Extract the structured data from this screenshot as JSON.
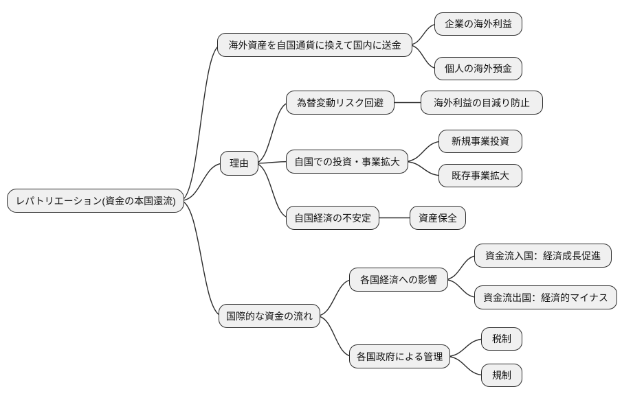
{
  "diagram": {
    "type": "mindmap",
    "orientation": "left-to-right",
    "style": {
      "node_fill": "#f0f0f0",
      "node_border": "#2b2b2b",
      "edge_color": "#2b2b2b",
      "text_color": "#111111",
      "background": "#ffffff"
    },
    "tree": {
      "label": "レパトリエーション(資金の本国還流)",
      "children": [
        {
          "label": "海外資産を自国通貨に換えて国内に送金",
          "children": [
            {
              "label": "企業の海外利益",
              "children": []
            },
            {
              "label": "個人の海外預金",
              "children": []
            }
          ]
        },
        {
          "label": "理由",
          "children": [
            {
              "label": "為替変動リスク回避",
              "children": [
                {
                  "label": "海外利益の目減り防止",
                  "children": []
                }
              ]
            },
            {
              "label": "自国での投資・事業拡大",
              "children": [
                {
                  "label": "新規事業投資",
                  "children": []
                },
                {
                  "label": "既存事業拡大",
                  "children": []
                }
              ]
            },
            {
              "label": "自国経済の不安定",
              "children": [
                {
                  "label": "資産保全",
                  "children": []
                }
              ]
            }
          ]
        },
        {
          "label": "国際的な資金の流れ",
          "children": [
            {
              "label": "各国経済への影響",
              "children": [
                {
                  "label": "資金流入国：経済成長促進",
                  "children": []
                },
                {
                  "label": "資金流出国：経済的マイナス",
                  "children": []
                }
              ]
            },
            {
              "label": "各国政府による管理",
              "children": [
                {
                  "label": "税制",
                  "children": []
                },
                {
                  "label": "規制",
                  "children": []
                }
              ]
            }
          ]
        }
      ]
    }
  }
}
